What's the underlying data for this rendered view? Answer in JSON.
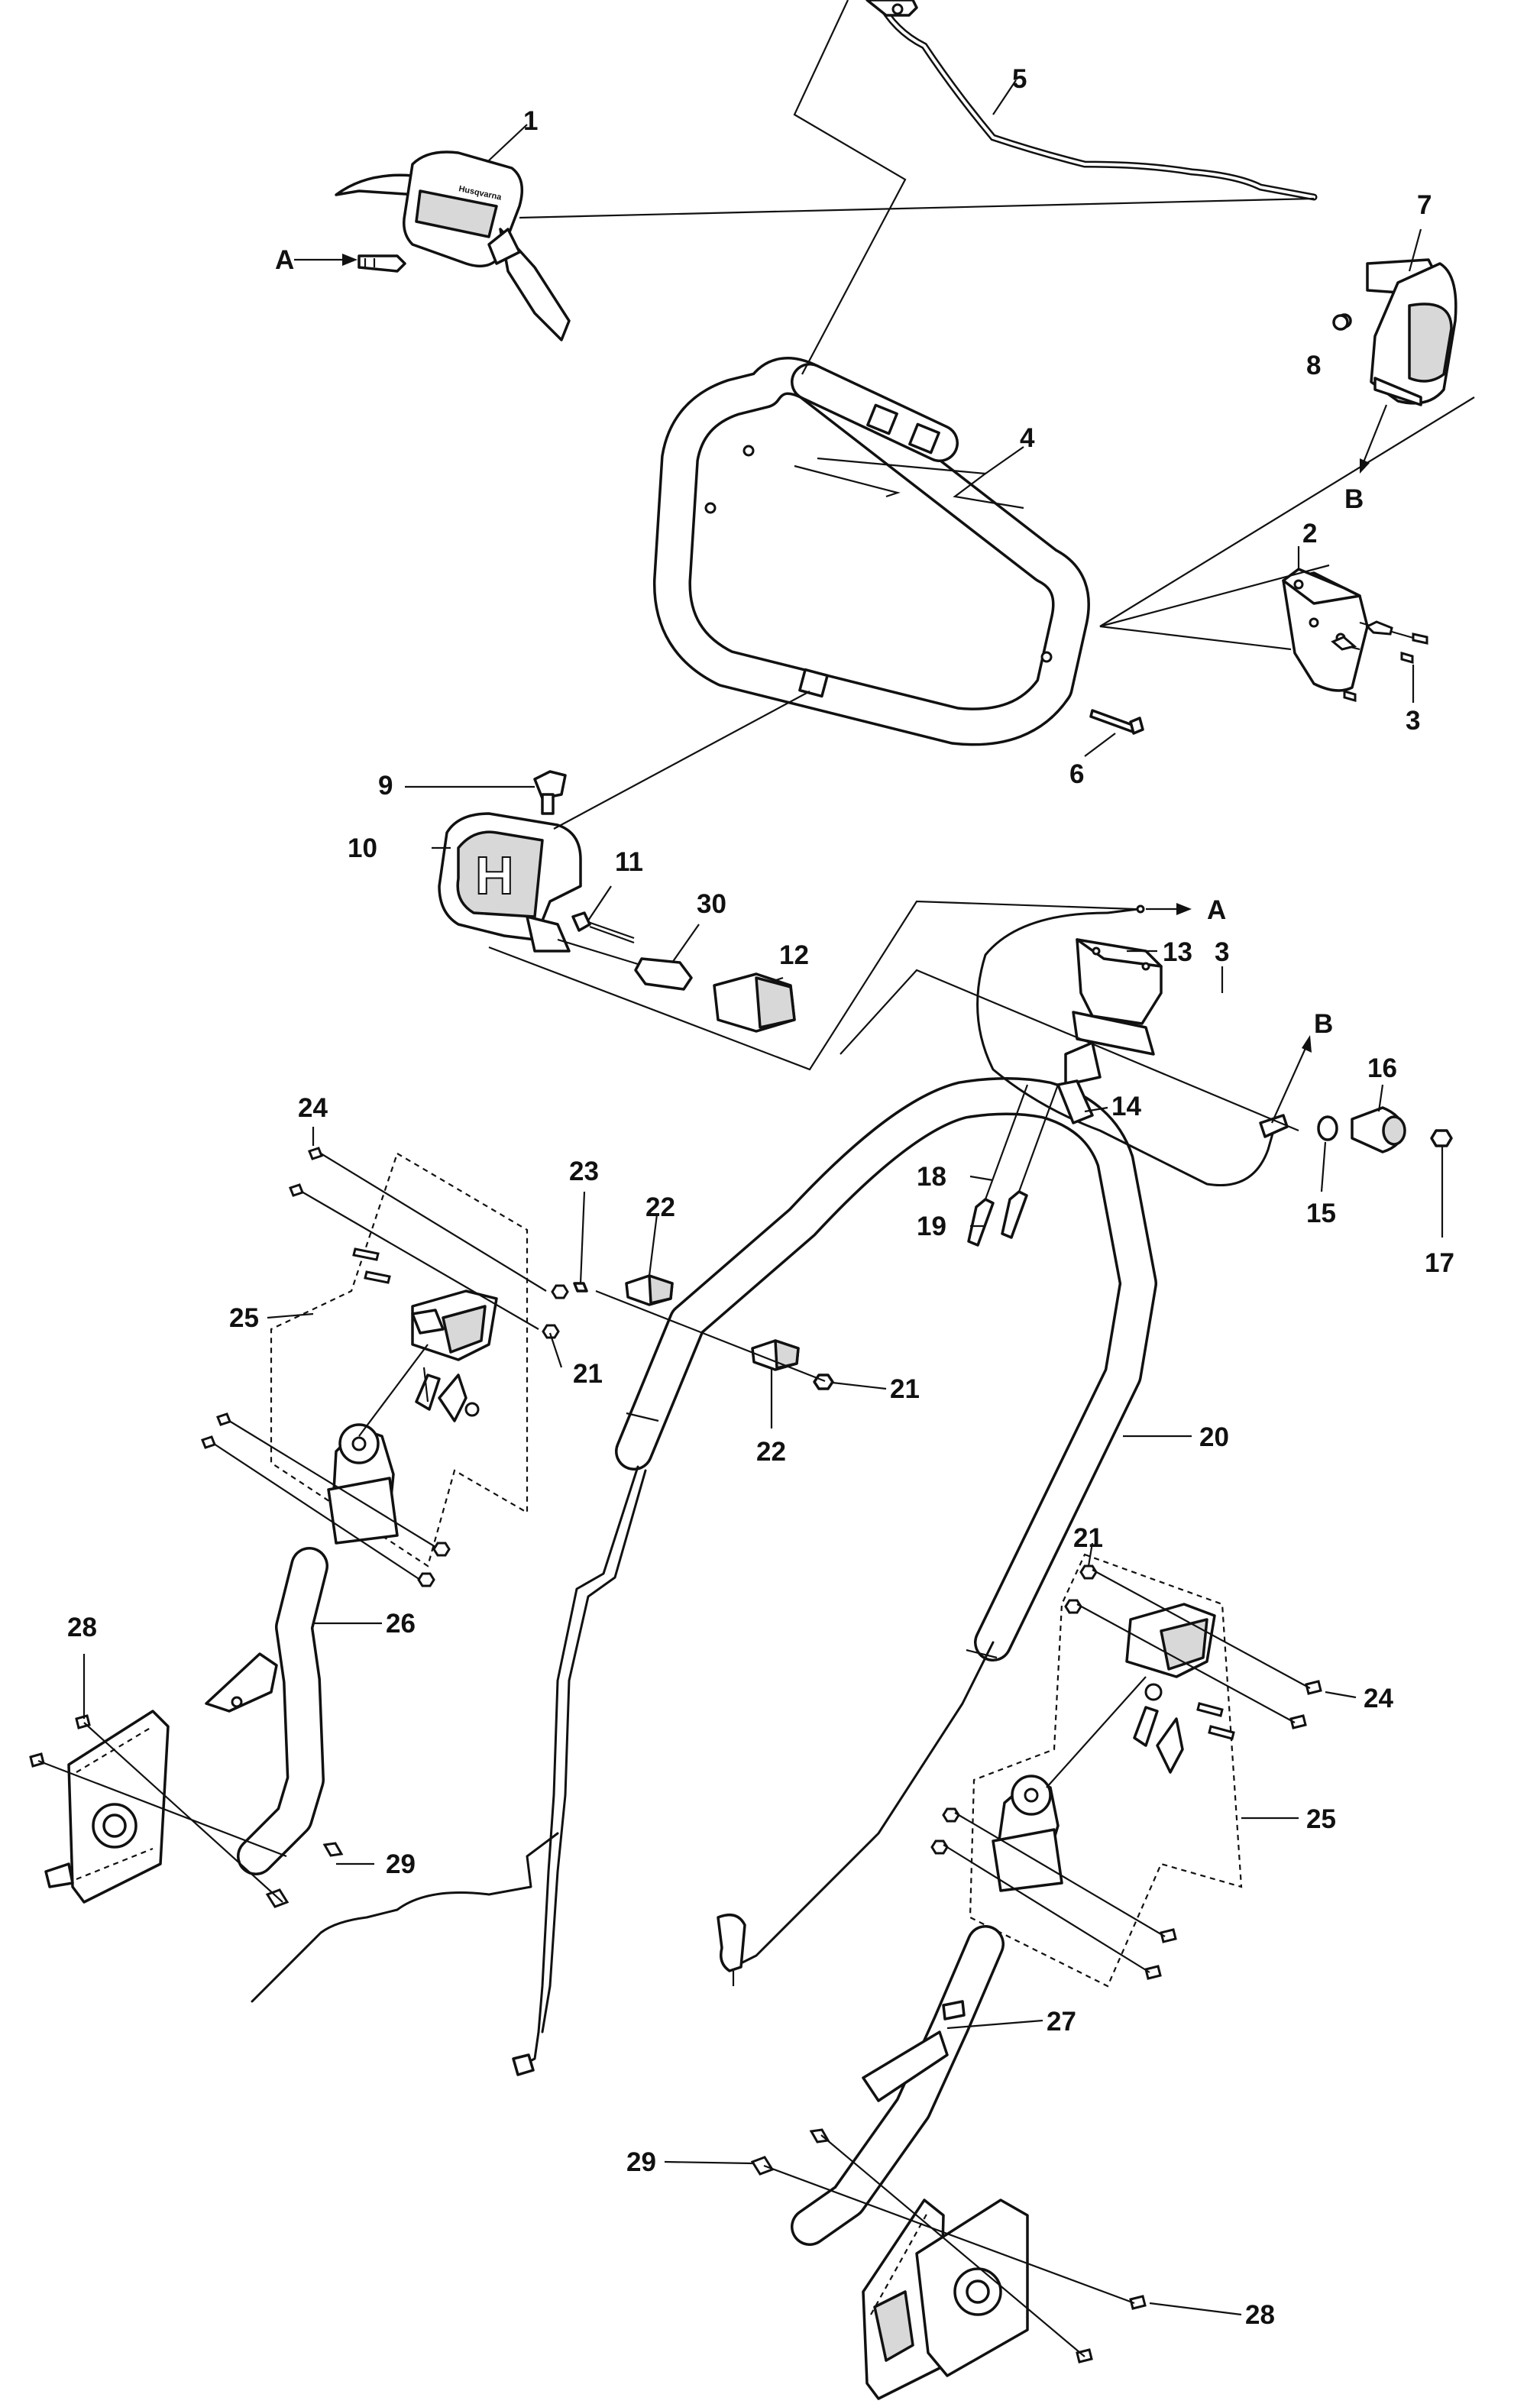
{
  "diagram": {
    "callouts": {
      "c1": "1",
      "c2": "2",
      "c3a": "3",
      "c3b": "3",
      "c4": "4",
      "c5": "5",
      "c6": "6",
      "c7": "7",
      "c8": "8",
      "c9": "9",
      "c10": "10",
      "c11": "11",
      "c12": "12",
      "c13": "13",
      "c14": "14",
      "c15": "15",
      "c16": "16",
      "c17": "17",
      "c18": "18",
      "c19": "19",
      "c20": "20",
      "c21a": "21",
      "c21b": "21",
      "c21c": "21",
      "c22a": "22",
      "c22b": "22",
      "c23": "23",
      "c24a": "24",
      "c24b": "24",
      "c25a": "25",
      "c25b": "25",
      "c26": "26",
      "c27": "27",
      "c28a": "28",
      "c28b": "28",
      "c29a": "29",
      "c29b": "29",
      "c30": "30"
    },
    "refs": {
      "a_left": "A",
      "a_right": "A",
      "b_top": "B",
      "b_right": "B"
    },
    "icons": [
      "bolt-icon",
      "nut-icon",
      "washer-icon",
      "knob-icon",
      "cable-icon"
    ],
    "colors": {
      "line": "#111111",
      "background": "#ffffff",
      "shade": "#d8d8d8"
    }
  }
}
